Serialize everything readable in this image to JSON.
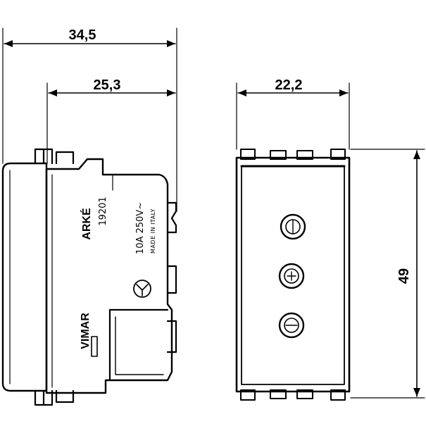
{
  "dimensions": {
    "overall_depth": "34,5",
    "body_depth": "25,3",
    "width": "22,2",
    "height": "49"
  },
  "side_labels": {
    "series": "ARKÉ",
    "code": "19201",
    "rating": "10A 250V~",
    "origin": "MADE IN ITALY",
    "brand": "VIMAR"
  },
  "icons": {
    "dimension_arrow": "arrow-head",
    "certification": "imq-mark-icon",
    "socket_holes": "circular-contact-icon"
  }
}
